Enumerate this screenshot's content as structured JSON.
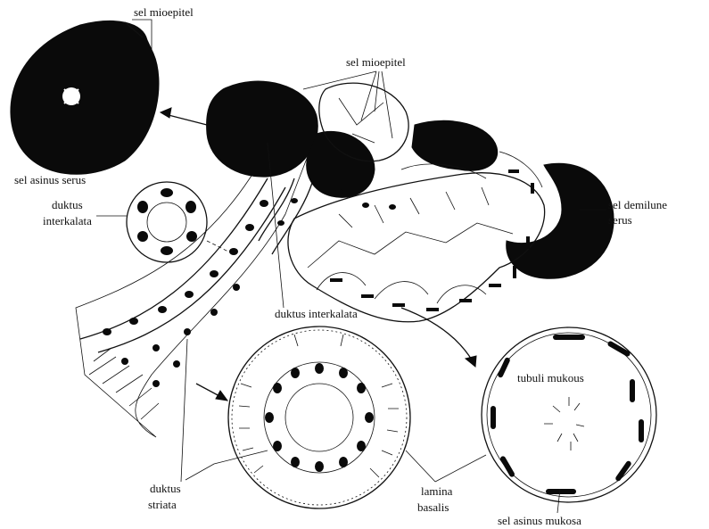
{
  "labels": {
    "myoepithelial_top": "sel mioepitel",
    "myoepithelial_center": "sel mioepitel",
    "serous_acinus": "sel asinus serus",
    "serous_demilune_line1": "sel demilune",
    "serous_demilune_line2": "serus",
    "intercalated_duct_line1": "duktus",
    "intercalated_duct_line2": "interkalata",
    "intercalated_duct_center": "duktus interkalata",
    "striated_duct_line1": "duktus",
    "striated_duct_line2": "striata",
    "basal_lamina_line1": "lamina",
    "basal_lamina_line2": "basalis",
    "mucous_tubule": "tubuli mukous",
    "mucous_acinus": "sel asinus mukosa"
  }
}
